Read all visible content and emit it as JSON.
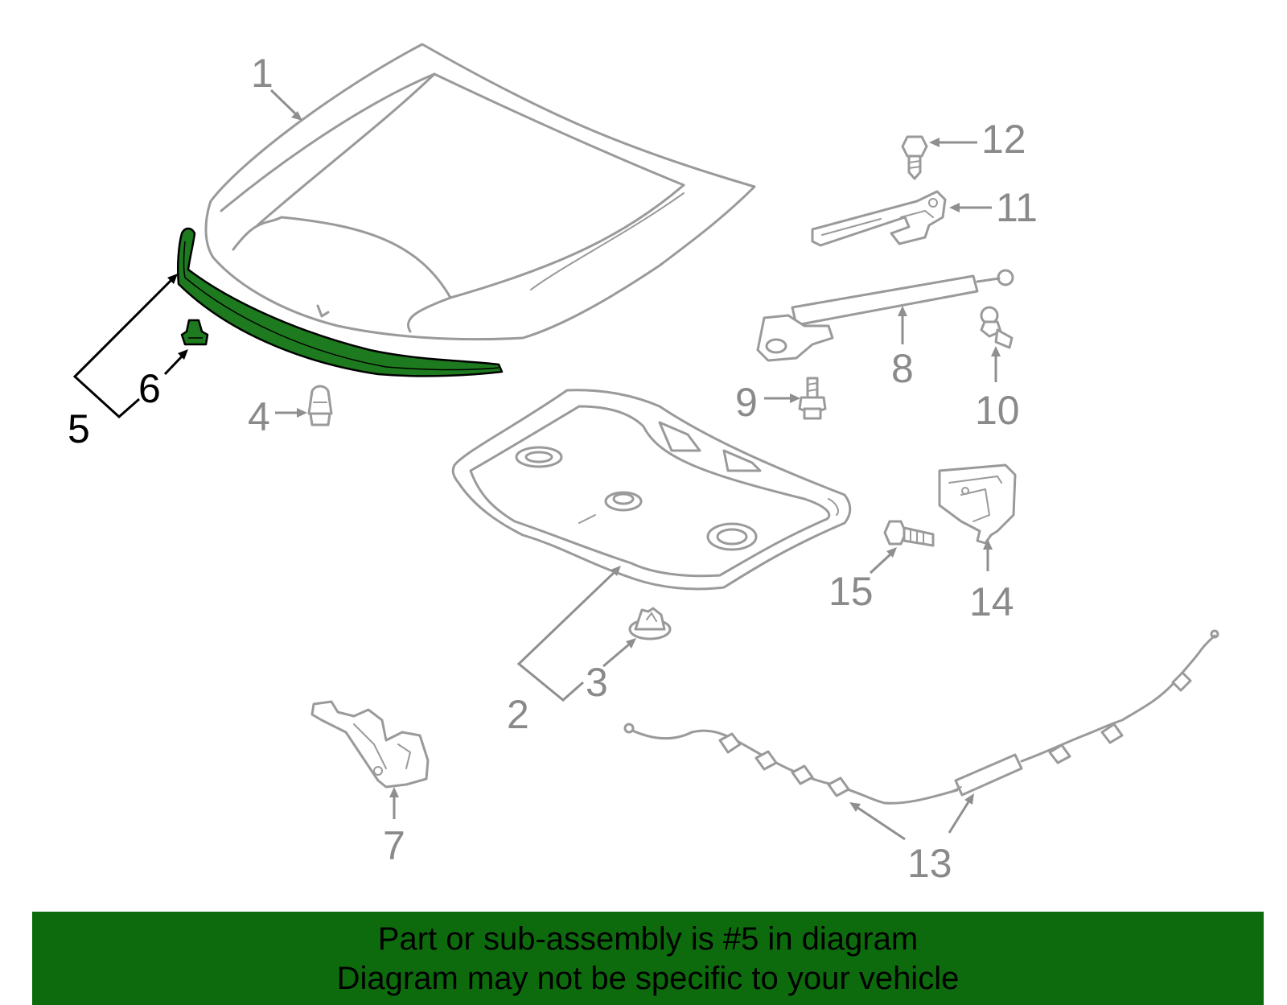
{
  "highlight_color": "#1e7a1e",
  "banner_color": "#0d6b0d",
  "callouts": {
    "c1": "1",
    "c2": "2",
    "c3": "3",
    "c4": "4",
    "c5": "5",
    "c6": "6",
    "c7": "7",
    "c8": "8",
    "c9": "9",
    "c10": "10",
    "c11": "11",
    "c12": "12",
    "c13": "13",
    "c14": "14",
    "c15": "15"
  },
  "banner": {
    "line1": "Part or sub-assembly is #5 in diagram",
    "line2": "Diagram may not be specific to your vehicle"
  }
}
